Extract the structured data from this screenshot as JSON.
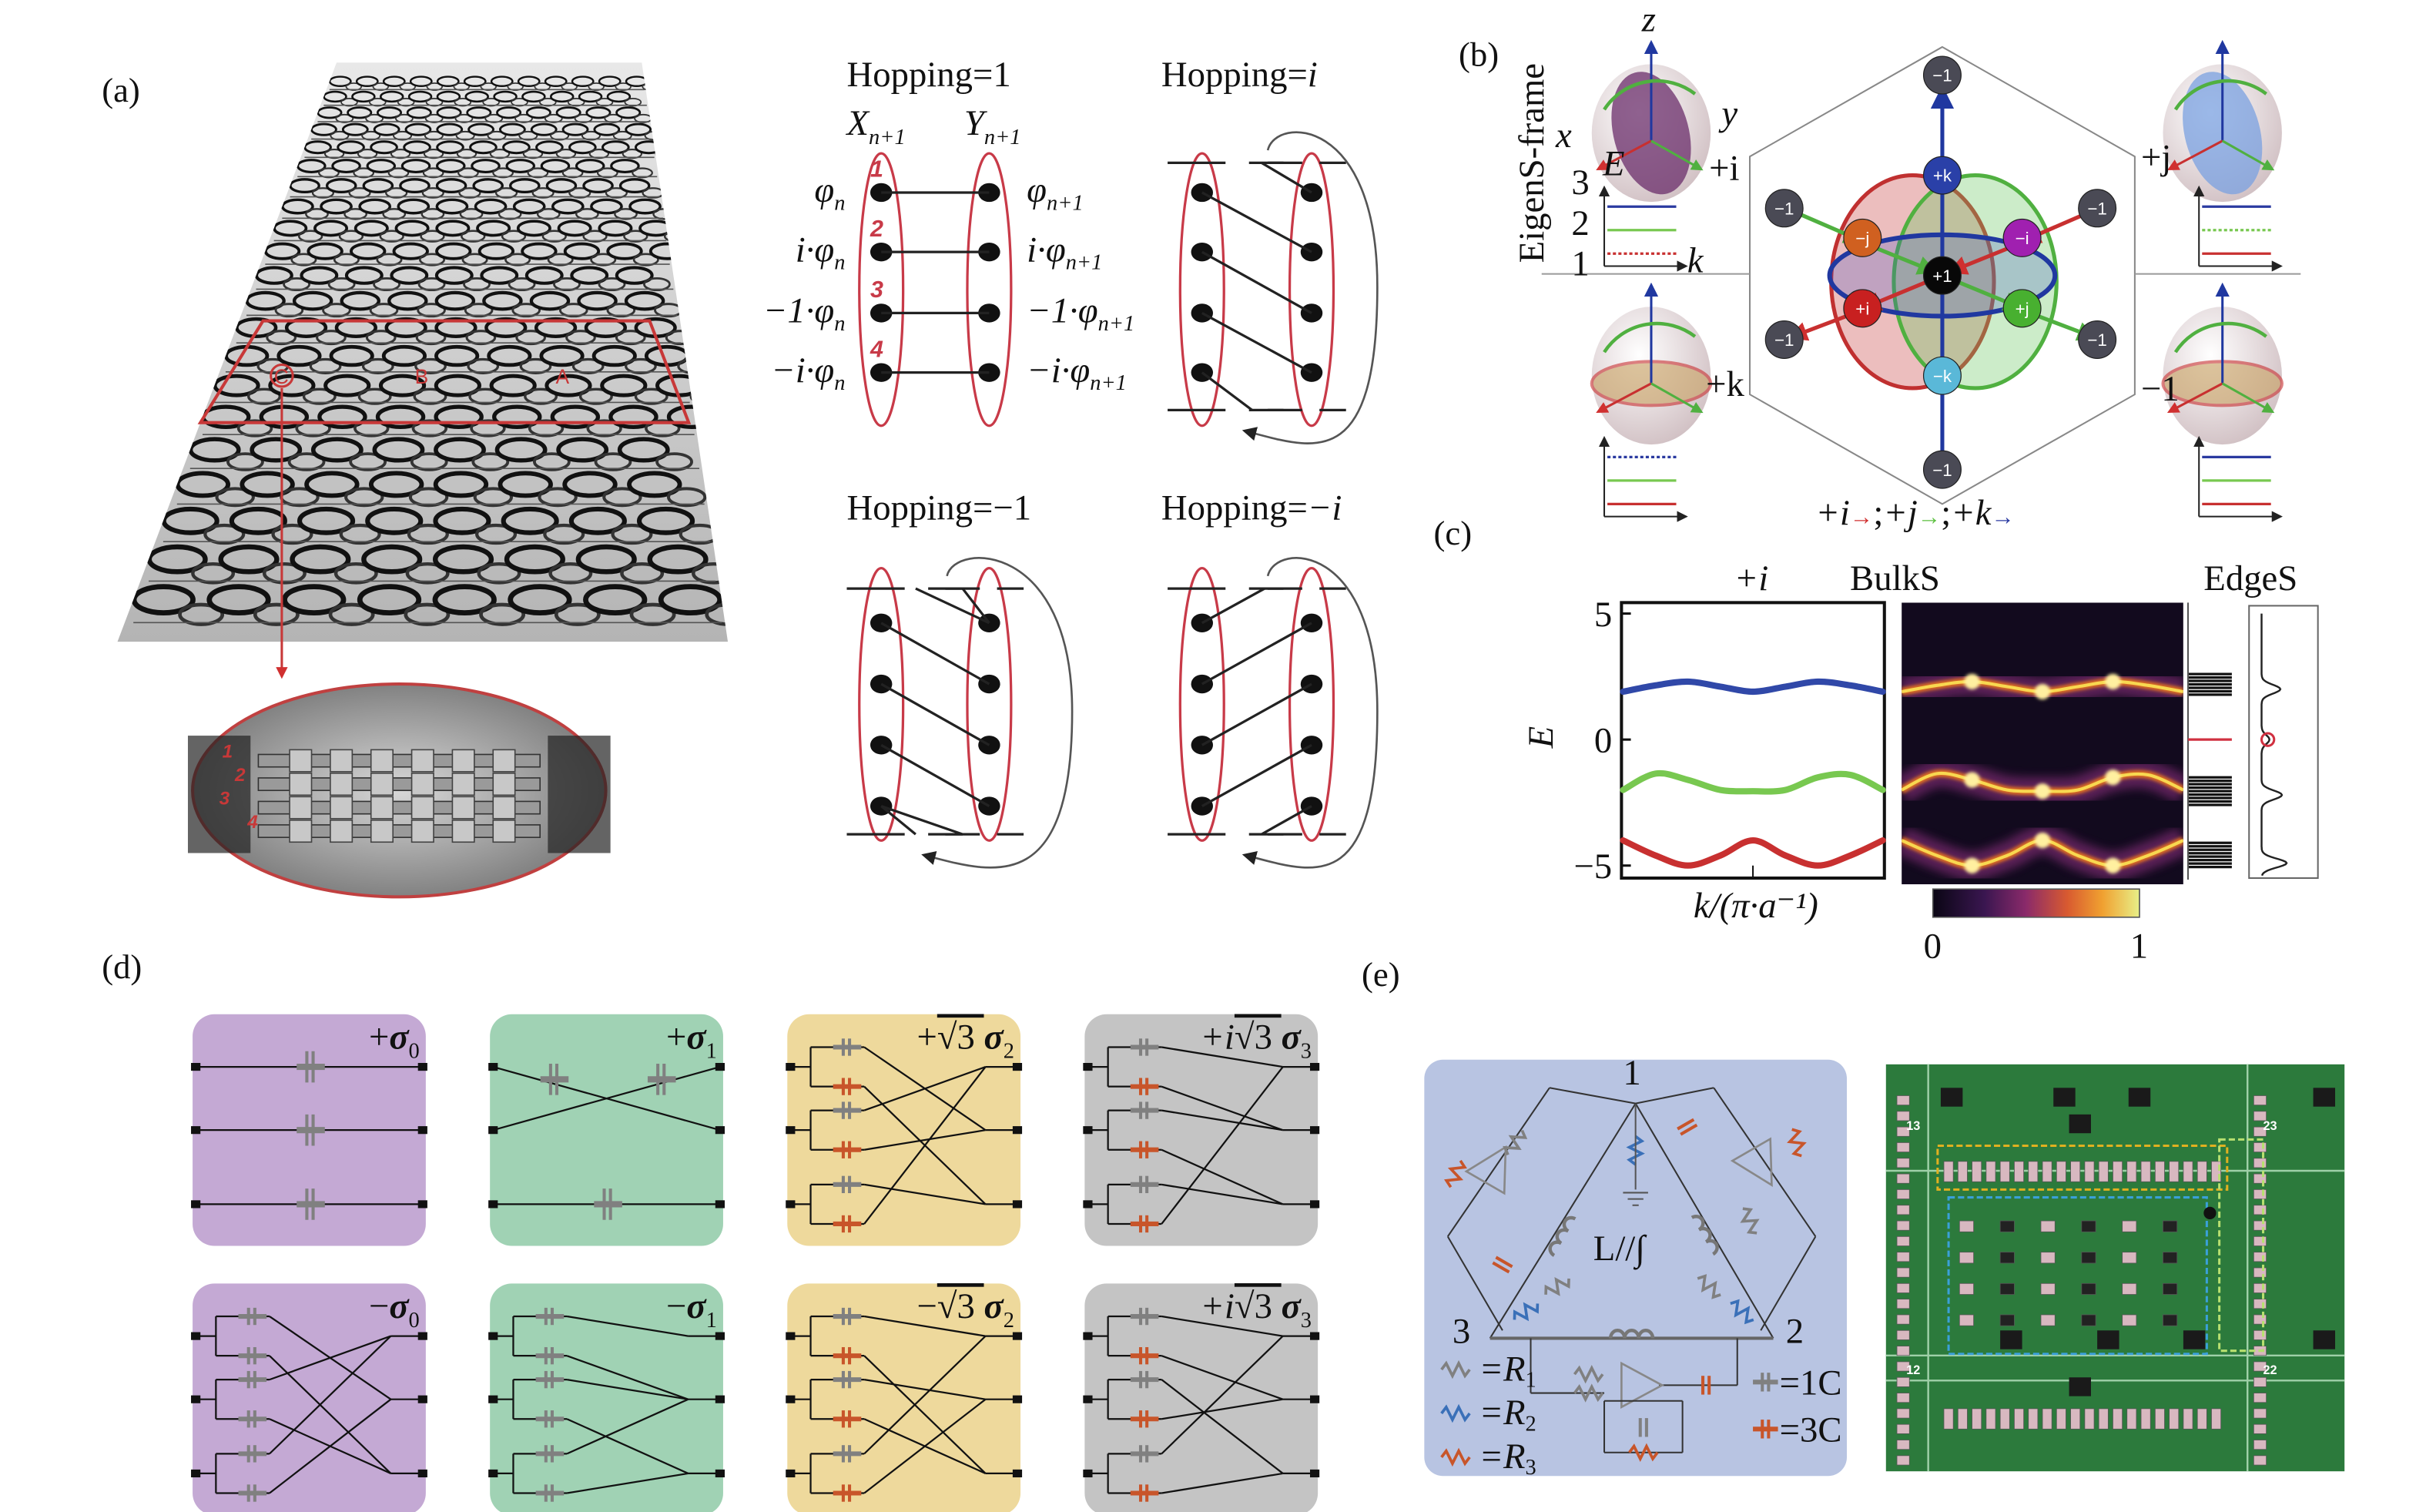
{
  "panels": {
    "a": "(a)",
    "b": "(b)",
    "c": "(c)",
    "d": "(d)",
    "e": "(e)"
  },
  "photo": {
    "region_labels": [
      "C",
      "B",
      "A"
    ],
    "port_labels": [
      "1",
      "2",
      "3",
      "4"
    ]
  },
  "hopping": {
    "title_prefix": "Hopping=",
    "values": [
      "1",
      "i",
      "−1",
      "−i"
    ],
    "x_label": {
      "main": "X",
      "sub": "n+1"
    },
    "y_label": {
      "main": "Y",
      "sub": "n+1"
    },
    "left_labels": [
      {
        "main": "φ",
        "sub": "n"
      },
      {
        "main": "i·φ",
        "sub": "n"
      },
      {
        "main": "−1·φ",
        "sub": "n"
      },
      {
        "main": "−i·φ",
        "sub": "n"
      }
    ],
    "right_labels": [
      {
        "main": "φ",
        "sub": "n+1"
      },
      {
        "main": "i·φ",
        "sub": "n+1"
      },
      {
        "main": "−1·φ",
        "sub": "n+1"
      },
      {
        "main": "−i·φ",
        "sub": "n+1"
      }
    ],
    "site_numbers": [
      "1",
      "2",
      "3",
      "4"
    ]
  },
  "eigen": {
    "title": "EigenS-frame",
    "axes": {
      "x": "x",
      "y": "y",
      "z": "z"
    },
    "energy": {
      "E": "E",
      "k": "k",
      "levels": [
        "3",
        "2",
        "1"
      ]
    },
    "corner_labels": [
      "+i",
      "+j",
      "+k",
      "−1"
    ],
    "nodes": {
      "minus_one": "−1",
      "plus_k": "+k",
      "minus_k": "−k",
      "minus_j": "−j",
      "minus_i": "−i",
      "plus_one": "+1",
      "plus_i": "+i",
      "plus_j": "+j"
    },
    "legend": [
      {
        "text": "+i",
        "arrow": "→",
        "sep": ";",
        "color": "#d03030"
      },
      {
        "text": "+j",
        "arrow": "→",
        "sep": ";",
        "color": "#5cc040"
      },
      {
        "text": "+k",
        "arrow": "→",
        "sep": "",
        "color": "#2a3aa0"
      }
    ]
  },
  "chart_data": {
    "type": "line",
    "title": "+i",
    "xlabel": "k/(π·a⁻¹)",
    "ylabel": "E",
    "xlim": [
      -1,
      1
    ],
    "ylim": [
      -5,
      5
    ],
    "yticks": [
      "5",
      "0",
      "−5"
    ],
    "ytick_values": [
      5,
      0,
      -5
    ],
    "grid": false,
    "x": [
      -1,
      -0.75,
      -0.5,
      -0.25,
      0,
      0.25,
      0.5,
      0.75,
      1
    ],
    "series": [
      {
        "name": "band-3",
        "color": "#3048a8",
        "values": [
          1.9,
          2.15,
          2.3,
          2.1,
          1.9,
          2.1,
          2.3,
          2.15,
          1.9
        ]
      },
      {
        "name": "band-2",
        "color": "#78c850",
        "values": [
          -2.0,
          -1.35,
          -1.6,
          -2.0,
          -2.05,
          -2.0,
          -1.5,
          -1.4,
          -2.0
        ]
      },
      {
        "name": "band-1",
        "color": "#c83030",
        "values": [
          -4.0,
          -4.6,
          -5.0,
          -4.6,
          -4.0,
          -4.6,
          -5.0,
          -4.6,
          -4.0
        ]
      }
    ],
    "heatmap_title": "BulkS",
    "edge_title": "EdgeS",
    "colorbar": {
      "min": "0",
      "max": "1",
      "colors": [
        "#0a0614",
        "#3a1650",
        "#8a2a6a",
        "#d85a30",
        "#f0a030",
        "#e8f088"
      ]
    },
    "edge_bands": [
      [
        1.7,
        2.6
      ],
      [
        -1.5,
        -2.6
      ],
      [
        -4.1,
        -5.1
      ]
    ],
    "edge_state_E": 0,
    "dos_peaks": [
      2.0,
      0,
      -2.2,
      -4.9
    ]
  },
  "circuits": [
    {
      "prefix": "+",
      "root": "",
      "sym": "σ",
      "sub": "0"
    },
    {
      "prefix": "+",
      "root": "",
      "sym": "σ",
      "sub": "1"
    },
    {
      "prefix": "+",
      "root": "√3 ",
      "sym": "σ",
      "sub": "2"
    },
    {
      "prefix": "+i",
      "root": "√3 ",
      "sym": "σ",
      "sub": "3"
    },
    {
      "prefix": "−",
      "root": "",
      "sym": "σ",
      "sub": "0"
    },
    {
      "prefix": "−",
      "root": "",
      "sym": "σ",
      "sub": "1"
    },
    {
      "prefix": "−",
      "root": "√3 ",
      "sym": "σ",
      "sub": "2"
    },
    {
      "prefix": "+i",
      "root": "√3 ",
      "sym": "σ",
      "sub": "3"
    }
  ],
  "circuit_colors": {
    "purple": "#c4a9d4",
    "green": "#a0d2b4",
    "yellow": "#eed99c",
    "gray": "#c4c4c4",
    "cap_1c": "#808080",
    "cap_3c": "#c8552a"
  },
  "circuit_e": {
    "nodes": [
      "1",
      "2",
      "3"
    ],
    "center": "L//∫",
    "legend": [
      {
        "eq": "=R",
        "sub": "1",
        "color": "#808080"
      },
      {
        "eq": "=R",
        "sub": "2",
        "color": "#3a70b8"
      },
      {
        "eq": "=R",
        "sub": "3",
        "color": "#c8552a"
      }
    ],
    "cap_legend": [
      "=1C",
      "=3C"
    ]
  },
  "pcb": {
    "labels": [
      "13",
      "23",
      "12",
      "22"
    ]
  }
}
